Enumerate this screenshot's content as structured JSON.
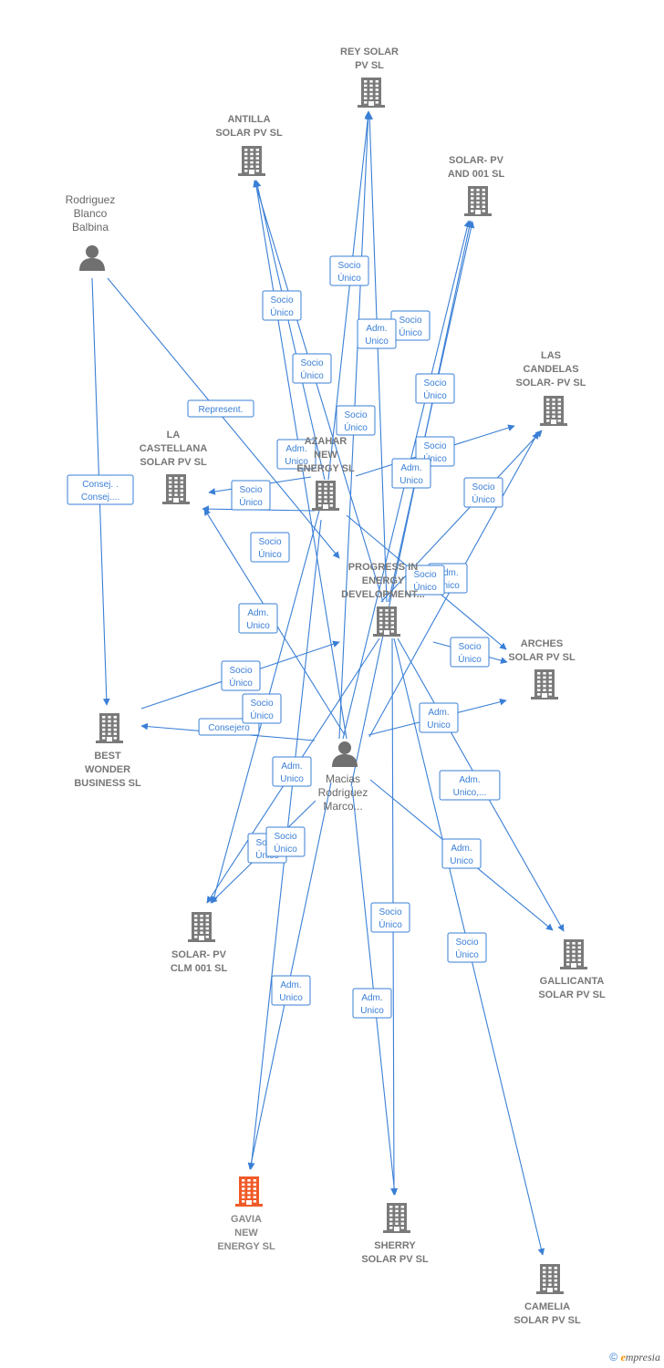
{
  "nodes": [
    {
      "id": "rey",
      "kind": "company",
      "lines": [
        "REY SOLAR",
        "PV  SL"
      ]
    },
    {
      "id": "antilla",
      "kind": "company",
      "lines": [
        "ANTILLA",
        "SOLAR PV  SL"
      ]
    },
    {
      "id": "solarpv001",
      "kind": "company",
      "lines": [
        "SOLAR- PV",
        "AND 001  SL"
      ]
    },
    {
      "id": "rodriguez",
      "kind": "person",
      "lines": [
        "Rodriguez",
        "Blanco",
        "Balbina"
      ]
    },
    {
      "id": "candelas",
      "kind": "company",
      "lines": [
        "LAS",
        "CANDELAS",
        "SOLAR- PV  SL"
      ]
    },
    {
      "id": "castellana",
      "kind": "company",
      "lines": [
        "LA",
        "CASTELLANA",
        "SOLAR PV  SL"
      ]
    },
    {
      "id": "azahar",
      "kind": "company",
      "lines": [
        "AZAHAR",
        "NEW",
        "ENERGY  SL"
      ]
    },
    {
      "id": "progress",
      "kind": "company",
      "lines": [
        "PROGRESS IN",
        "ENERGY",
        "DEVELOPMENT..."
      ]
    },
    {
      "id": "arches",
      "kind": "company",
      "lines": [
        "ARCHES",
        "SOLAR PV  SL"
      ]
    },
    {
      "id": "best",
      "kind": "company",
      "lines": [
        "BEST",
        "WONDER",
        "BUSINESS SL"
      ]
    },
    {
      "id": "macias",
      "kind": "person",
      "lines": [
        "Macias",
        "Rodriguez",
        "Marco..."
      ]
    },
    {
      "id": "clm",
      "kind": "company",
      "lines": [
        "SOLAR- PV",
        "CLM 001  SL"
      ]
    },
    {
      "id": "gallicanta",
      "kind": "company",
      "lines": [
        "GALLICANTA",
        "SOLAR PV  SL"
      ]
    },
    {
      "id": "gavia",
      "kind": "target",
      "lines": [
        "GAVIA",
        "NEW",
        "ENERGY  SL"
      ]
    },
    {
      "id": "sherry",
      "kind": "company",
      "lines": [
        "SHERRY",
        "SOLAR PV  SL"
      ]
    },
    {
      "id": "camelia",
      "kind": "company",
      "lines": [
        "CAMELIA",
        "SOLAR PV  SL"
      ]
    }
  ],
  "edge_labels": [
    {
      "lines": [
        "Socio",
        "Único"
      ]
    },
    {
      "lines": [
        "Socio",
        "Único"
      ]
    },
    {
      "lines": [
        "Socio",
        "Único"
      ]
    },
    {
      "lines": [
        "Socio",
        "Único"
      ]
    },
    {
      "lines": [
        "Socio",
        "Único"
      ]
    },
    {
      "lines": [
        "Socio",
        "Único"
      ]
    },
    {
      "lines": [
        "Adm.",
        "Unico"
      ]
    },
    {
      "lines": [
        "Represent."
      ]
    },
    {
      "lines": [
        "Adm.",
        "Unico"
      ]
    },
    {
      "lines": [
        "Socio",
        "Único"
      ]
    },
    {
      "lines": [
        "Adm.",
        "Unico"
      ]
    },
    {
      "lines": [
        "Consej. .",
        "Consej...."
      ]
    },
    {
      "lines": [
        "Socio",
        "Único"
      ]
    },
    {
      "lines": [
        "Socio",
        "Único"
      ]
    },
    {
      "lines": [
        "Socio",
        "Único"
      ]
    },
    {
      "lines": [
        "Adm.",
        "Unico"
      ]
    },
    {
      "lines": [
        "Adm.",
        "Unico"
      ]
    },
    {
      "lines": [
        "Socio",
        "Único"
      ]
    },
    {
      "lines": [
        "Adm.",
        "Unico,..."
      ]
    },
    {
      "lines": [
        "Socio",
        "Único"
      ]
    },
    {
      "lines": [
        "Adm.",
        "Unico"
      ]
    },
    {
      "lines": [
        "Consejero"
      ]
    },
    {
      "lines": [
        "Socio",
        "Único"
      ]
    },
    {
      "lines": [
        "Socio",
        "Único"
      ]
    },
    {
      "lines": [
        "Adm.",
        "Unico"
      ]
    },
    {
      "lines": [
        "Socio",
        "Único"
      ]
    },
    {
      "lines": [
        "Adm.",
        "Unico"
      ]
    },
    {
      "lines": [
        "Socio",
        "Único"
      ]
    },
    {
      "lines": [
        "Socio",
        "Único"
      ]
    },
    {
      "lines": [
        "Adm.",
        "Unico"
      ]
    },
    {
      "lines": [
        "Socio",
        "Único"
      ]
    },
    {
      "lines": [
        "Adm.",
        "Unico"
      ]
    }
  ],
  "colors": {
    "edge": "#3a7fd6",
    "company": "#7a7a7a",
    "target": "#f05a28",
    "person": "#707070"
  },
  "footer": {
    "copyright_symbol": "©",
    "brand": "mpresia",
    "brand_initial": "e"
  }
}
